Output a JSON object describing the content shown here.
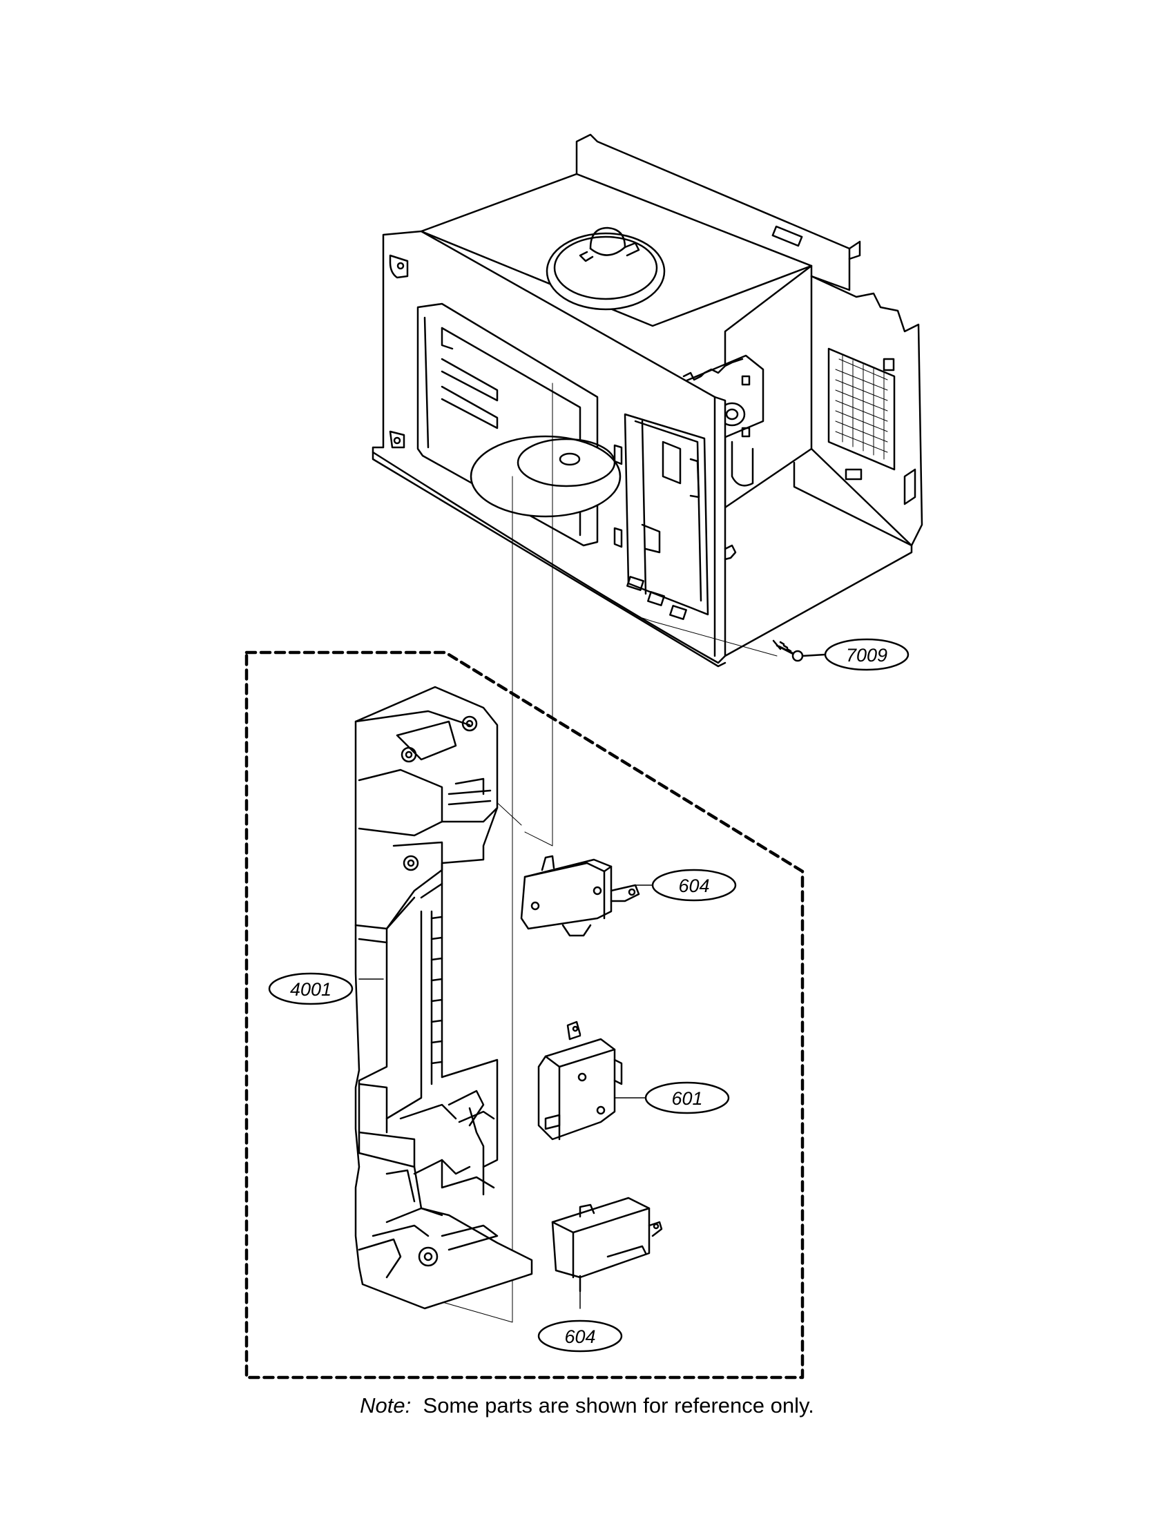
{
  "callouts": {
    "screw": "7009",
    "switch_top": "604",
    "latch_assembly": "4001",
    "switch_middle": "601",
    "switch_bottom": "604"
  },
  "note": {
    "prefix": "Note:",
    "text": "Some parts are shown for reference only."
  }
}
